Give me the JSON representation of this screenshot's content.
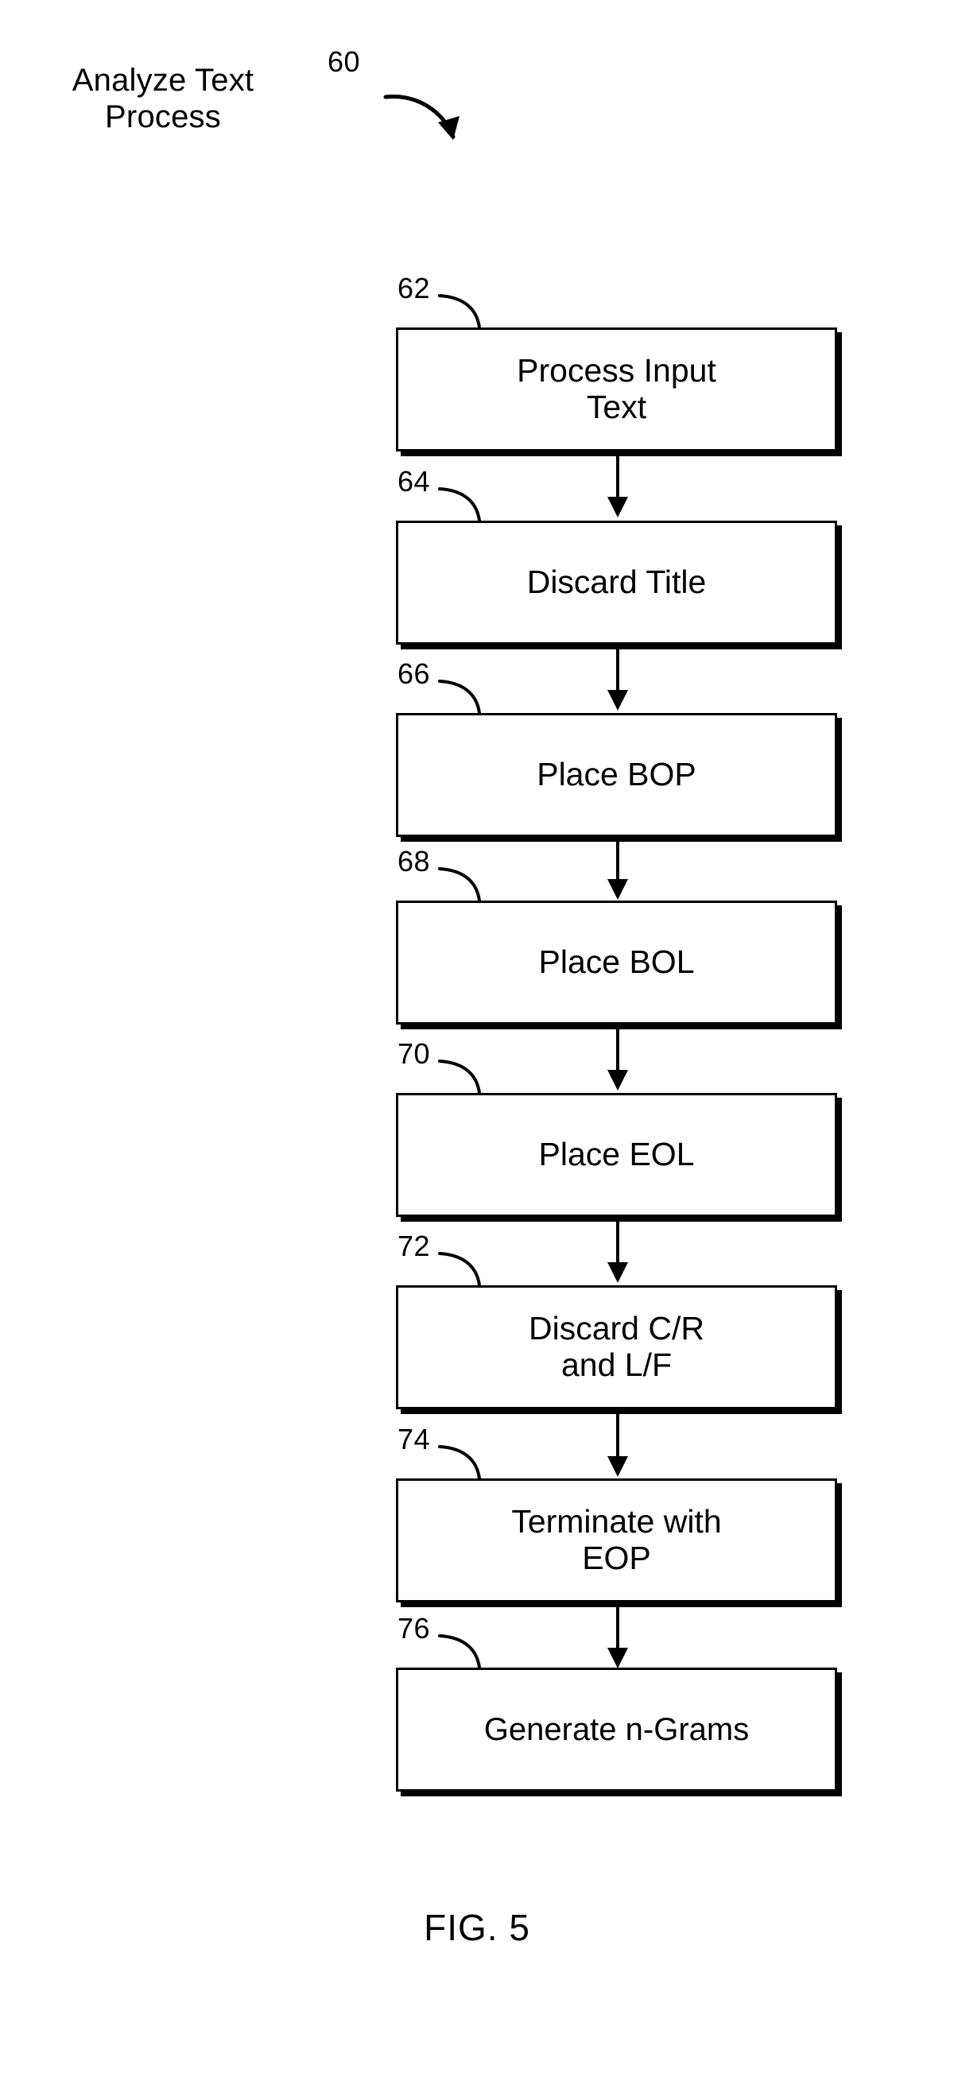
{
  "figure": {
    "title": "Analyze Text\nProcess",
    "overall_ref": "60",
    "caption": "FIG. 5"
  },
  "flowchart": {
    "type": "flowchart",
    "orientation": "vertical",
    "steps": [
      {
        "ref": "62",
        "label": "Process Input\nText"
      },
      {
        "ref": "64",
        "label": "Discard Title"
      },
      {
        "ref": "66",
        "label": "Place BOP"
      },
      {
        "ref": "68",
        "label": "Place BOL"
      },
      {
        "ref": "70",
        "label": "Place EOL"
      },
      {
        "ref": "72",
        "label": "Discard C/R\nand L/F"
      },
      {
        "ref": "74",
        "label": "Terminate with\nEOP"
      },
      {
        "ref": "76",
        "label": "Generate n-Grams"
      }
    ],
    "connector_count": 7
  },
  "style": {
    "ink_color": "#000000",
    "paper_color": "#ffffff"
  }
}
